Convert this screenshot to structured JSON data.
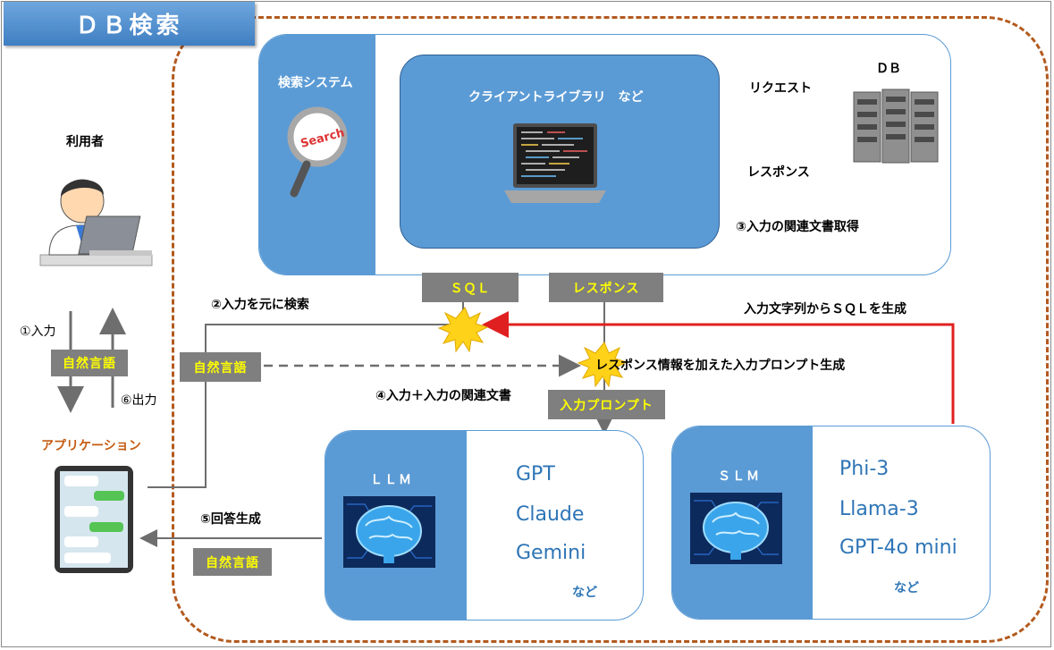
{
  "title": "ＤＢ検索",
  "user": {
    "label": "利用者"
  },
  "app": {
    "label": "アプリケーション"
  },
  "search_system": {
    "label": "検索システム",
    "client_label": "クライアントライブラリ　など"
  },
  "db": {
    "label": "ＤＢ",
    "request": "リクエスト",
    "response": "レスポンス",
    "step3": "③入力の関連文書取得"
  },
  "steps": {
    "step1": "①入力",
    "step6": "⑥出力",
    "step2": "②入力を元に検索",
    "step4": "④入力＋入力の関連文書",
    "step5": "⑤回答生成",
    "sql_gen": "入力文字列からＳＱＬを生成",
    "prompt_gen": "レスポンス情報を加えた入力プロンプト生成"
  },
  "labels": {
    "natural_lang": "自然言語",
    "sql": "ＳＱＬ",
    "response": "レスポンス",
    "input_prompt": "入力プロンプト"
  },
  "llm": {
    "label": "ＬＬＭ",
    "models": [
      "GPT",
      "Claude",
      "Gemini"
    ],
    "etc": "など"
  },
  "slm": {
    "label": "ＳＬＭ",
    "models": [
      "Phi-3",
      "Llama-3",
      "GPT-4o mini"
    ],
    "etc": "など"
  },
  "colors": {
    "panel_blue": "#5b9bd5",
    "title_blue": "#4f8fd0",
    "dash_orange": "#b35a1f",
    "label_gray": "#7f7f7f",
    "label_yellow": "#ffff00",
    "red_arrow": "#e02020",
    "model_blue": "#2e75b6"
  }
}
